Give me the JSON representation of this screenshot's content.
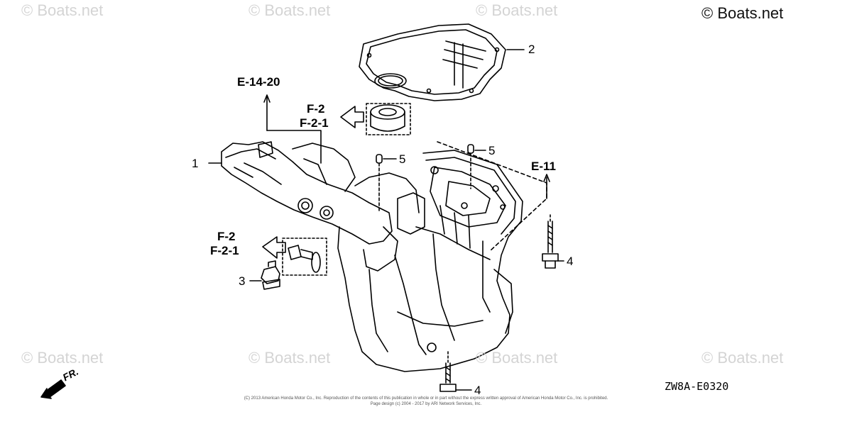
{
  "watermark": {
    "text": "© Boats.net"
  },
  "part_numbers": {
    "p1": "1",
    "p2": "2",
    "p3": "3",
    "p4a": "4",
    "p4b": "4",
    "p5a": "5",
    "p5b": "5"
  },
  "references": {
    "e14_20": "E-14-20",
    "f2_top": "F-2",
    "f21_top": "F-2-1",
    "f2_left": "F-2",
    "f21_left": "F-2-1",
    "e11": "E-11"
  },
  "diagram_code": "ZW8A-E0320",
  "direction": "FR.",
  "copyright": {
    "line1": "(C) 2013 American Honda Motor Co., Inc. Reproduction of the contents of this publication in whole or in part without the express written approval of American Honda Motor Co., Inc. is prohibited.",
    "line2": "Page design (c) 2004 - 2017 by ARI Network Services, Inc."
  }
}
